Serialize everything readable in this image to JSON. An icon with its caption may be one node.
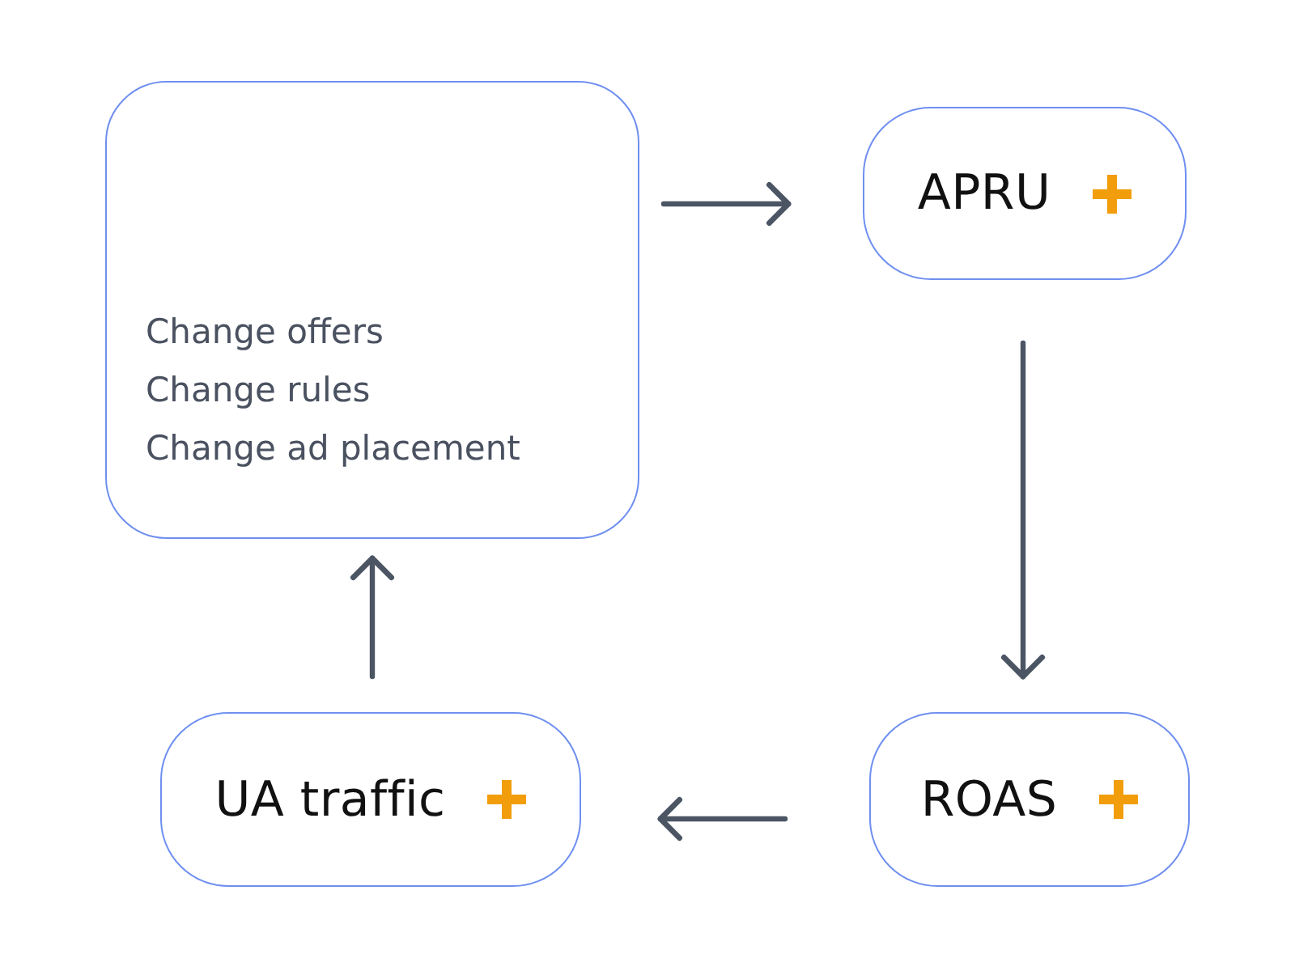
{
  "diagram": {
    "nodes": [
      {
        "text": [
          "Change offers",
          "Change rules",
          "Change ad placement"
        ]
      },
      {
        "text": [
          "APRU"
        ]
      },
      {
        "text": [
          "ROAS"
        ]
      },
      {
        "text": [
          "UA traffic"
        ]
      }
    ],
    "edges": [
      {
        "from": 0,
        "to": 1,
        "arrow": "to"
      },
      {
        "from": 1,
        "to": 2,
        "arrow": "to"
      },
      {
        "from": 2,
        "to": 3,
        "arrow": "to"
      },
      {
        "from": 3,
        "to": 0,
        "arrow": "to"
      }
    ]
  }
}
